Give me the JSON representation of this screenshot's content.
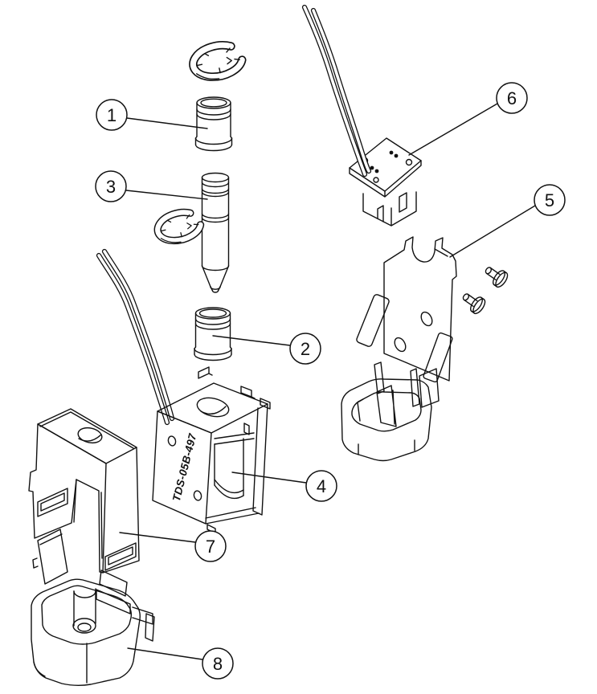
{
  "diagram": {
    "background_color": "#ffffff",
    "line_color": "#111111",
    "coil_label": "TDS-05B-497",
    "callouts": [
      {
        "number": "1"
      },
      {
        "number": "2"
      },
      {
        "number": "3"
      },
      {
        "number": "4"
      },
      {
        "number": "5"
      },
      {
        "number": "6"
      },
      {
        "number": "7"
      },
      {
        "number": "8"
      }
    ]
  }
}
